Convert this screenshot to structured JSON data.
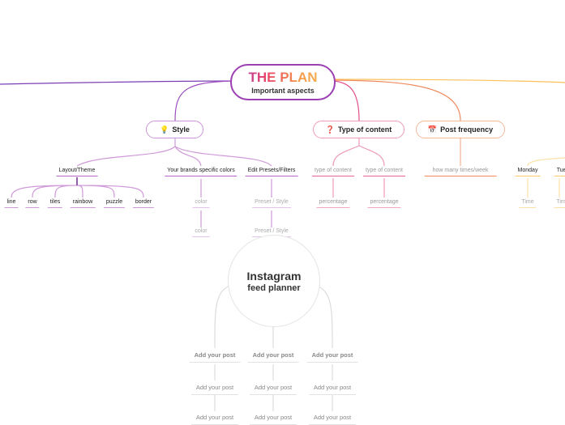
{
  "root": {
    "title": "THE PLAN",
    "subtitle": "Important aspects"
  },
  "branches": {
    "style": {
      "label": "Style",
      "icon": "lightbulb-icon",
      "color": "#b565c9",
      "children": {
        "layout": {
          "label": "Layout/Theme",
          "items": [
            "line",
            "row",
            "tiles",
            "rainbow",
            "puzzle",
            "border"
          ]
        },
        "colors": {
          "label": "Your brands specific colors",
          "items": [
            "color",
            "color"
          ]
        },
        "presets": {
          "label": "Edit Presets/Filters",
          "items": [
            "Preset / Style",
            "Preset / Style"
          ]
        }
      }
    },
    "type": {
      "label": "Type of content",
      "icon": "question-mark-icon",
      "color": "#e8629a",
      "children": [
        {
          "label": "type of content",
          "sub": "percentage"
        },
        {
          "label": "type of content",
          "sub": "percentage"
        }
      ]
    },
    "frequency": {
      "label": "Post frequency",
      "icon": "calendar-icon",
      "color": "#f08a5d",
      "child": "how many times/week"
    },
    "days": {
      "color": "#fbc86a",
      "items": [
        {
          "label": "Monday",
          "sub": "Time"
        },
        {
          "label": "Tuesday",
          "sub": "Time"
        }
      ]
    }
  },
  "planner": {
    "title": "Instagram",
    "subtitle": "feed planner",
    "post_label": "Add your post"
  }
}
